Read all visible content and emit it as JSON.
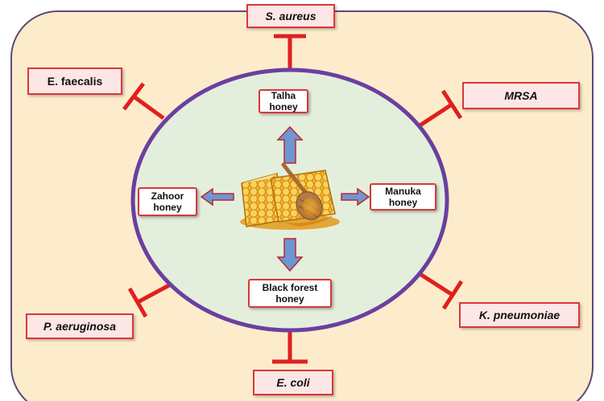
{
  "colors": {
    "background": "#fdeccb",
    "circle_fill": "#e3efdc",
    "circle_border": "#6b3fa0",
    "inhibitor": "#e0201f",
    "arrow_fill": "#6d96d3",
    "arrow_border": "#c0272d",
    "label_fill": "#fde6e6",
    "label_border": "#d9383a"
  },
  "center": {
    "icon": "honeycomb-honey-dipper-icon"
  },
  "honeys": [
    {
      "id": "top",
      "text": "Talha\nhoney"
    },
    {
      "id": "right",
      "text": "Manuka\nhoney"
    },
    {
      "id": "bottom",
      "text": "Black forest\nhoney"
    },
    {
      "id": "left",
      "text": "Zahoor\nhoney"
    }
  ],
  "bacteria": [
    {
      "id": "s-aureus",
      "text": "S. aureus",
      "italic": true
    },
    {
      "id": "mrsa",
      "text": "MRSA",
      "italic": true
    },
    {
      "id": "k-pneumoniae",
      "text": "K. pneumoniae",
      "italic": true
    },
    {
      "id": "e-coli",
      "text": "E. coli",
      "italic": true
    },
    {
      "id": "p-aeruginosa",
      "text": "P. aeruginosa",
      "italic": true
    },
    {
      "id": "e-faecalis",
      "text": "E. faecalis",
      "italic": false
    }
  ]
}
